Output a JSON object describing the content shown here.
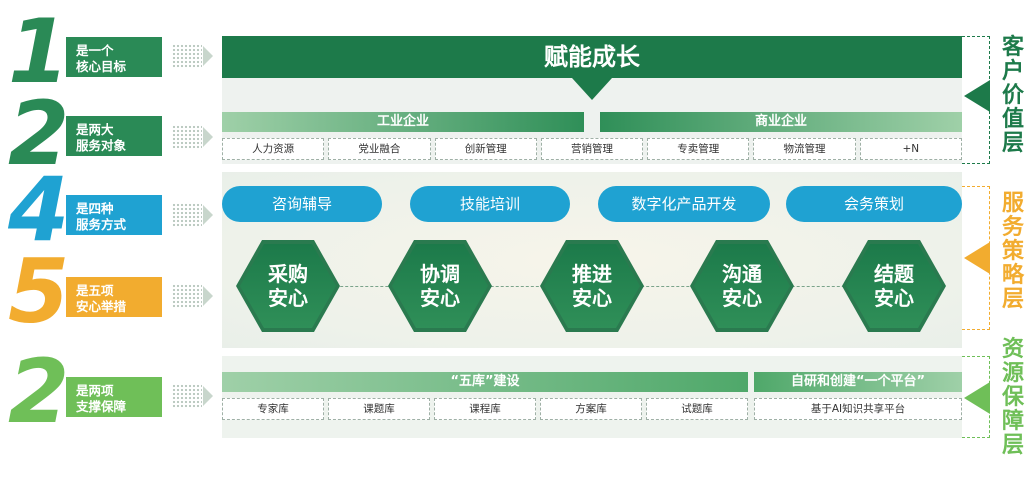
{
  "left_rows": [
    {
      "number": "1",
      "line1": "是一个",
      "line2": "核心目标",
      "num_color": "#2a8a56",
      "tag_color": "#2a8a56"
    },
    {
      "number": "2",
      "line1": "是两大",
      "line2": "服务对象",
      "num_color": "#2a8a56",
      "tag_color": "#2a8a56"
    },
    {
      "number": "4",
      "line1": "是四种",
      "line2": "服务方式",
      "num_color": "#1fa2d2",
      "tag_color": "#1fa2d2"
    },
    {
      "number": "5",
      "line1": "是五项",
      "line2": "安心举措",
      "num_color": "#f2ac2f",
      "tag_color": "#f2ac2f"
    },
    {
      "number": "2",
      "line1": "是两项",
      "line2": "支撑保障",
      "num_color": "#6fbf58",
      "tag_color": "#6fbf58"
    }
  ],
  "top": {
    "title": "赋能成长"
  },
  "enterprises": {
    "industrial": "工业企业",
    "commercial": "商业企业",
    "items": [
      "人力资源",
      "党业融合",
      "创新管理",
      "营销管理",
      "专卖管理",
      "物流管理",
      "+N"
    ]
  },
  "services": [
    "咨询辅导",
    "技能培训",
    "数字化产品开发",
    "会务策划"
  ],
  "measures": [
    {
      "l1": "采购",
      "l2": "安心"
    },
    {
      "l1": "协调",
      "l2": "安心"
    },
    {
      "l1": "推进",
      "l2": "安心"
    },
    {
      "l1": "沟通",
      "l2": "安心"
    },
    {
      "l1": "结题",
      "l2": "安心"
    }
  ],
  "support": {
    "five_lib": "“五库”建设",
    "platform": "自研和创建“一个平台”",
    "libs": [
      "专家库",
      "课题库",
      "课程库",
      "方案库",
      "试题库"
    ],
    "platform_item": "基于AI知识共享平台"
  },
  "layers": [
    {
      "text": "客户价值层",
      "color": "#1d7a4a"
    },
    {
      "text": "服务策略层",
      "color": "#f2ac2f"
    },
    {
      "text": "资源保障层",
      "color": "#6fbf58"
    }
  ]
}
